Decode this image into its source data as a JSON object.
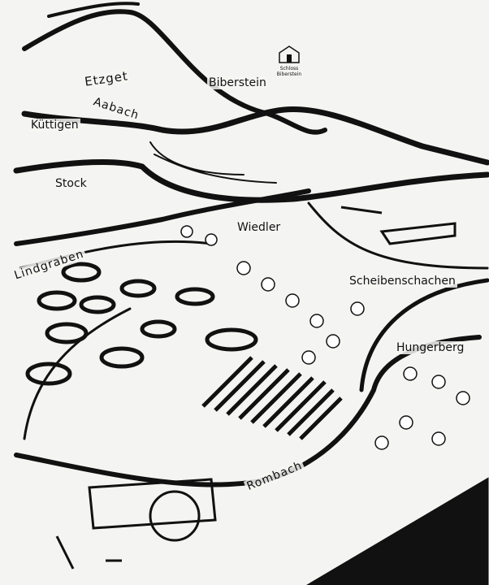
{
  "map": {
    "labels": {
      "etzget": "Etzget",
      "biberstein": "Biberstein",
      "aabach": "Aabach",
      "kuettigen": "Küttigen",
      "stock": "Stock",
      "wiedler": "Wiedler",
      "lindgraben": "Lindgraben",
      "scheibenschachen": "Scheibenschachen",
      "hungerberg": "Hungerberg",
      "rombach": "Rombach"
    },
    "logo_text": "Schloss Biberstein"
  }
}
